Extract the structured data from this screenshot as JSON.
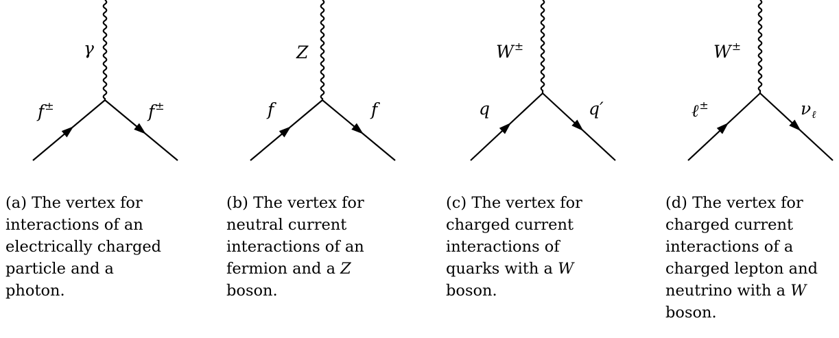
{
  "panels": [
    {
      "boson": {
        "sym": "γ",
        "sup": ""
      },
      "in": {
        "sym": "f",
        "sup": "±",
        "sub": ""
      },
      "out": {
        "sym": "f",
        "sup": "±",
        "sub": ""
      },
      "caption": {
        "tag": "(a)",
        "text": "The vertex for interactions of an electrically charged particle and a photon.",
        "boson_in_text": ""
      }
    },
    {
      "boson": {
        "sym": "Z",
        "sup": ""
      },
      "in": {
        "sym": "f",
        "sup": "",
        "sub": ""
      },
      "out": {
        "sym": "f",
        "sup": "",
        "sub": ""
      },
      "caption": {
        "tag": "(b)",
        "text": "The vertex for neutral current interactions of an fermion and a ",
        "boson_in_text": "Z",
        "tail": " boson."
      }
    },
    {
      "boson": {
        "sym": "W",
        "sup": "±"
      },
      "in": {
        "sym": "q",
        "sup": "",
        "sub": ""
      },
      "out": {
        "sym": "q",
        "sup": "′",
        "sub": ""
      },
      "caption": {
        "tag": "(c)",
        "text": "The vertex for charged current interactions of quarks with a ",
        "boson_in_text": "W",
        "tail": " boson."
      }
    },
    {
      "boson": {
        "sym": "W",
        "sup": "±"
      },
      "in": {
        "sym": "ℓ",
        "sup": "±",
        "sub": ""
      },
      "out": {
        "sym": "ν",
        "sup": "",
        "sub": "ℓ"
      },
      "caption": {
        "tag": "(d)",
        "text": "The vertex for charged current interactions of a charged lepton and neutrino with a ",
        "boson_in_text": "W",
        "tail": " boson."
      }
    }
  ]
}
